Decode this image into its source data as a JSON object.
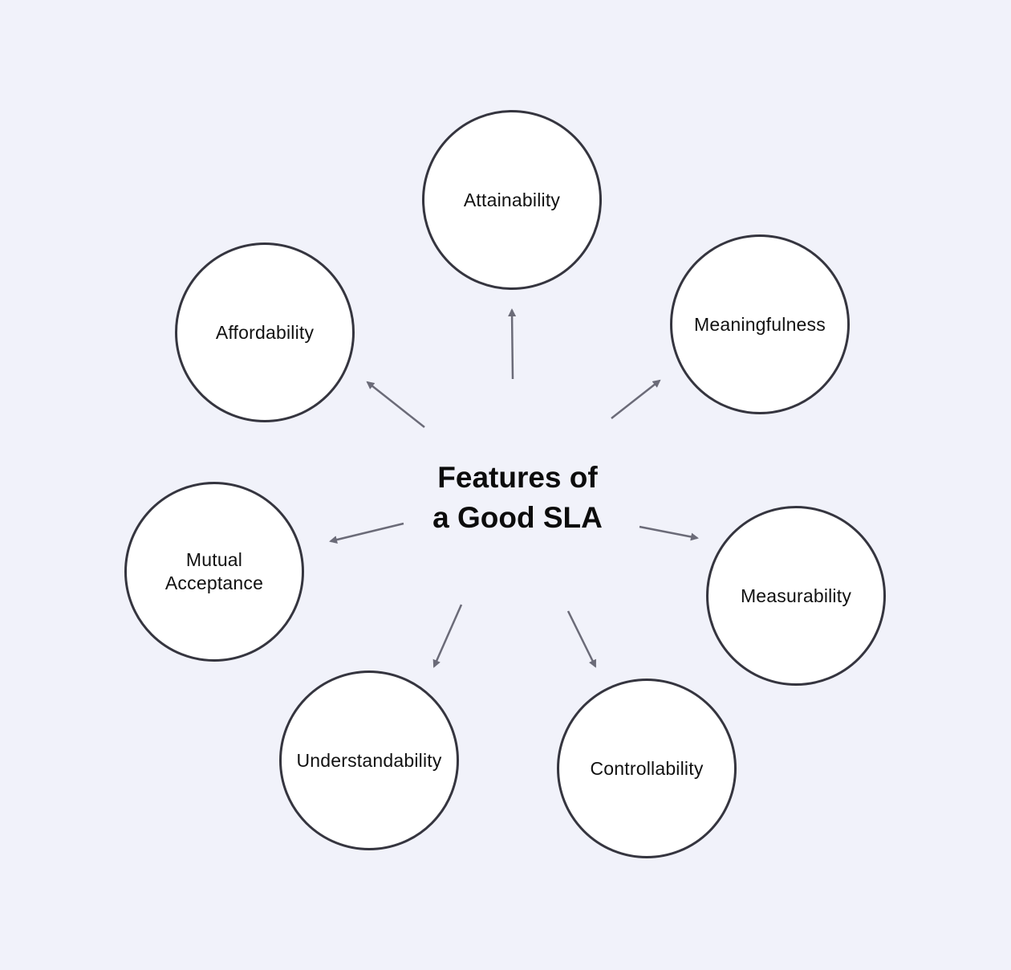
{
  "diagram": {
    "center": {
      "title": "Features of\na Good SLA"
    },
    "nodes": [
      {
        "id": "attainability",
        "label": "Attainability"
      },
      {
        "id": "meaningfulness",
        "label": "Meaningfulness"
      },
      {
        "id": "measurability",
        "label": "Measurability"
      },
      {
        "id": "controllability",
        "label": "Controllability"
      },
      {
        "id": "understandability",
        "label": "Understandability"
      },
      {
        "id": "mutual-acceptance",
        "label": "Mutual\nAcceptance"
      },
      {
        "id": "affordability",
        "label": "Affordability"
      }
    ],
    "colors": {
      "background": "#f1f2fa",
      "node_fill": "#ffffff",
      "node_border": "#35353f",
      "arrow": "#6b6b78",
      "text": "#111111"
    }
  }
}
